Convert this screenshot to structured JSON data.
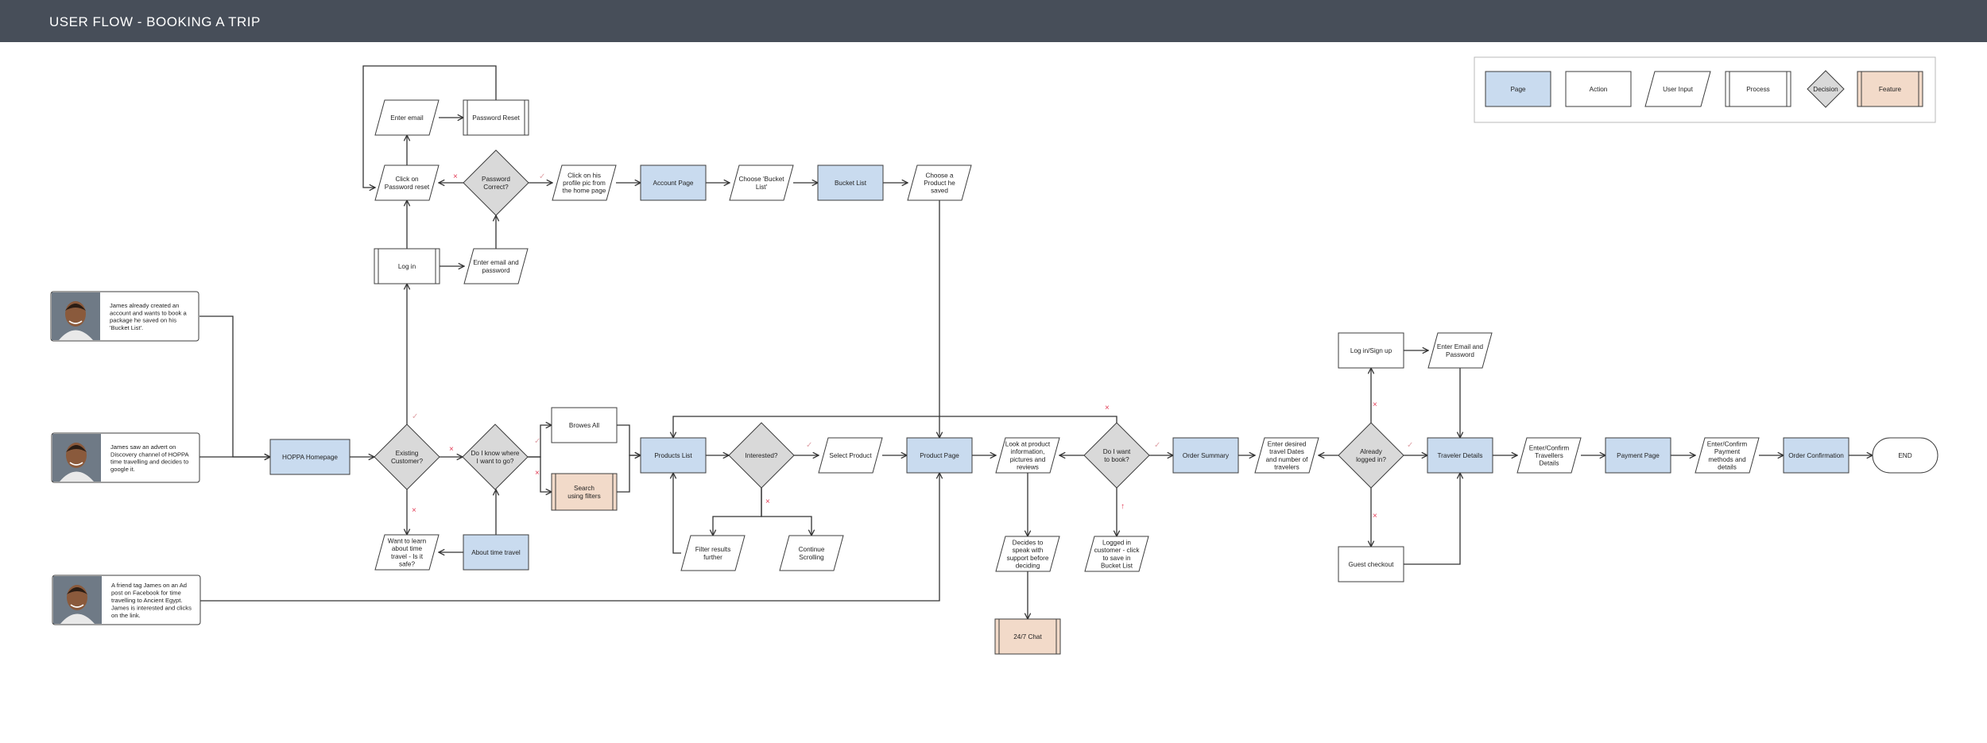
{
  "header": {
    "title": "USER FLOW - BOOKING A TRIP",
    "background": "#474e59"
  },
  "colors": {
    "page": "#c9dbef",
    "decision": "#d9d9d9",
    "feature": "#f2dac9",
    "stroke": "#3d3d3d",
    "yes_mark": "#e0a3a8",
    "no_mark": "#e23b55",
    "avatar_skin": "#8a5a3c",
    "avatar_bg": "#6f7a86"
  },
  "legend": {
    "items": [
      {
        "type": "page",
        "label": "Page"
      },
      {
        "type": "action",
        "label": "Action"
      },
      {
        "type": "input",
        "label": "User Input"
      },
      {
        "type": "process",
        "label": "Process"
      },
      {
        "type": "decision",
        "label": "Decision"
      },
      {
        "type": "feature",
        "label": "Feature"
      }
    ]
  },
  "personas": [
    {
      "id": "p1",
      "avatar_icon": "person-photo",
      "lines": [
        "James already created an",
        "account and wants to book a",
        "package he saved on his",
        "'Bucket List'."
      ]
    },
    {
      "id": "p2",
      "avatar_icon": "person-photo",
      "lines": [
        "James saw an advert on",
        "Discovery channel of HOPPA",
        "time travelling and decides to",
        "google it."
      ]
    },
    {
      "id": "p3",
      "avatar_icon": "person-photo",
      "lines": [
        "A friend tag James on an Ad",
        "post on Facebook for time",
        "travelling to Ancient Egypt.",
        "James is interested and clicks",
        "on the link."
      ]
    }
  ],
  "nodes": {
    "hoppa_homepage": {
      "type": "page",
      "lines": [
        "HOPPA Homepage"
      ]
    },
    "existing_customer": {
      "type": "decision",
      "lines": [
        "Existing",
        "Customer?"
      ]
    },
    "know_where": {
      "type": "decision",
      "lines": [
        "Do I know where",
        "I want to go?"
      ]
    },
    "browse_all": {
      "type": "action",
      "lines": [
        "Browes All"
      ]
    },
    "search_filters": {
      "type": "feature",
      "lines": [
        "Search",
        "using filters"
      ]
    },
    "products_list": {
      "type": "page",
      "lines": [
        "Products List"
      ]
    },
    "interested": {
      "type": "decision",
      "lines": [
        "Interested?"
      ]
    },
    "select_product": {
      "type": "input",
      "lines": [
        "Select Product"
      ]
    },
    "product_page": {
      "type": "page",
      "lines": [
        "Product Page"
      ]
    },
    "look_info": {
      "type": "input",
      "lines": [
        "Look at product",
        "information,",
        "pictures and",
        "reviews"
      ]
    },
    "want_book": {
      "type": "decision",
      "lines": [
        "Do I want",
        "to book?"
      ]
    },
    "order_summary": {
      "type": "page",
      "lines": [
        "Order Summary"
      ]
    },
    "enter_dates": {
      "type": "input",
      "lines": [
        "Enter desired",
        "travel Dates",
        "and number of",
        "travelers"
      ]
    },
    "already_logged": {
      "type": "decision",
      "lines": [
        "Already",
        "logged in?"
      ]
    },
    "traveler_details": {
      "type": "page",
      "lines": [
        "Traveler Details"
      ]
    },
    "confirm_travellers": {
      "type": "input",
      "lines": [
        "Enter/Confirm",
        "Travellers",
        "Details"
      ]
    },
    "payment_page": {
      "type": "page",
      "lines": [
        "Payment Page"
      ]
    },
    "confirm_payment": {
      "type": "input",
      "lines": [
        "Enter/Confirm",
        "Payment",
        "methods and",
        "details"
      ]
    },
    "order_confirmation": {
      "type": "page",
      "lines": [
        "Order Confirmation"
      ]
    },
    "end": {
      "type": "end",
      "lines": [
        "END"
      ]
    },
    "want_to_learn": {
      "type": "input",
      "lines": [
        "Want to learn",
        "about time",
        "travel - Is it",
        "safe?"
      ]
    },
    "about_time_travel": {
      "type": "page",
      "lines": [
        "About time travel"
      ]
    },
    "filter_results": {
      "type": "input",
      "lines": [
        "Filter results",
        "further"
      ]
    },
    "continue_scrolling": {
      "type": "input",
      "lines": [
        "Continue",
        "Scrolling"
      ]
    },
    "decides_speak": {
      "type": "input",
      "lines": [
        "Decides to",
        "speak with",
        "support before",
        "deciding"
      ]
    },
    "chat": {
      "type": "feature",
      "lines": [
        "24/7 Chat"
      ]
    },
    "logged_customer": {
      "type": "input",
      "lines": [
        "Logged in",
        "customer - click",
        "to save in",
        "Bucket List"
      ]
    },
    "login_signup": {
      "type": "action",
      "lines": [
        "Log in/Sign up"
      ]
    },
    "enter_email_pw2": {
      "type": "input",
      "lines": [
        "Enter Email and",
        "Password"
      ]
    },
    "guest_checkout": {
      "type": "action",
      "lines": [
        "Guest checkout"
      ]
    },
    "log_in": {
      "type": "process",
      "lines": [
        "Log in"
      ]
    },
    "enter_email_pw": {
      "type": "input",
      "lines": [
        "Enter email and",
        "password"
      ]
    },
    "click_pw_reset": {
      "type": "input",
      "lines": [
        "Click on",
        "Password reset"
      ]
    },
    "pw_correct": {
      "type": "decision",
      "lines": [
        "Password",
        "Correct?"
      ]
    },
    "enter_email": {
      "type": "input",
      "lines": [
        "Enter email"
      ]
    },
    "pw_reset": {
      "type": "process",
      "lines": [
        "Password Reset"
      ]
    },
    "click_profile": {
      "type": "input",
      "lines": [
        "Click on his",
        "profile pic from",
        "the home page"
      ]
    },
    "account_page": {
      "type": "page",
      "lines": [
        "Account Page"
      ]
    },
    "choose_bucket": {
      "type": "input",
      "lines": [
        "Choose 'Bucket",
        "List'"
      ]
    },
    "bucket_list": {
      "type": "page",
      "lines": [
        "Bucket List"
      ]
    },
    "choose_product": {
      "type": "input",
      "lines": [
        "Choose a",
        "Product he",
        "saved"
      ]
    }
  },
  "marks": {
    "yes": "✓",
    "no": "×",
    "up": "↑"
  }
}
